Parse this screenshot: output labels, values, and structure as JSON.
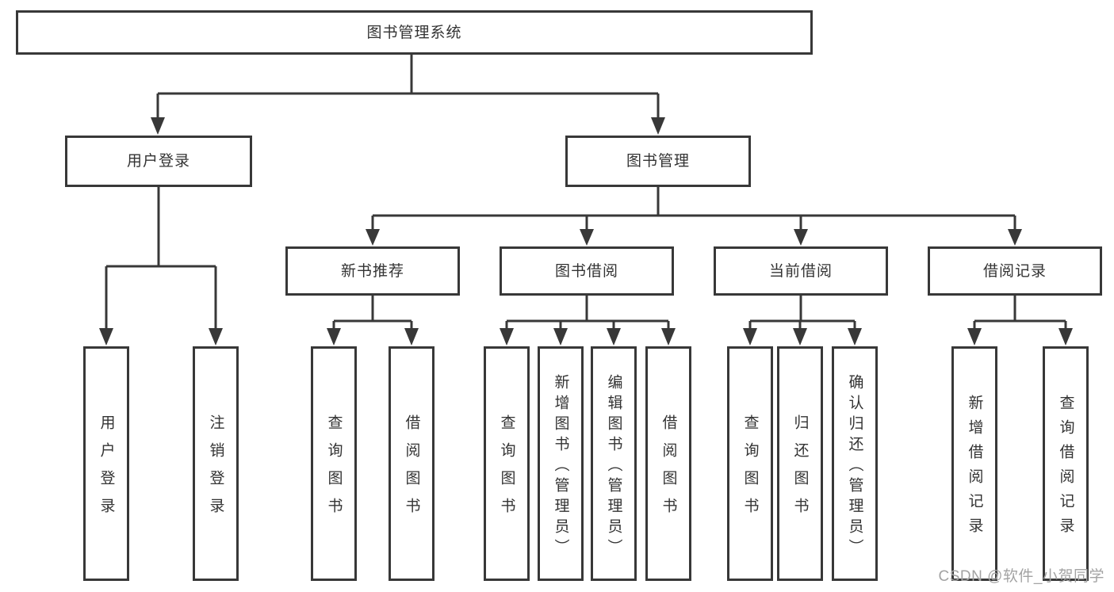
{
  "diagram_type": "tree",
  "tree": {
    "label": "图书管理系统",
    "children": [
      {
        "label": "用户登录",
        "children": [
          {
            "label": "用户登录"
          },
          {
            "label": "注销登录"
          }
        ]
      },
      {
        "label": "图书管理",
        "children": [
          {
            "label": "新书推荐",
            "children": [
              {
                "label": "查询图书"
              },
              {
                "label": "借阅图书"
              }
            ]
          },
          {
            "label": "图书借阅",
            "children": [
              {
                "label": "查询图书"
              },
              {
                "label": "新增图书（管理员）"
              },
              {
                "label": "编辑图书（管理员）"
              },
              {
                "label": "借阅图书"
              }
            ]
          },
          {
            "label": "当前借阅",
            "children": [
              {
                "label": "查询图书"
              },
              {
                "label": "归还图书"
              },
              {
                "label": "确认归还（管理员）"
              }
            ]
          },
          {
            "label": "借阅记录",
            "children": [
              {
                "label": "新增借阅记录"
              },
              {
                "label": "查询借阅记录"
              }
            ]
          }
        ]
      }
    ]
  },
  "watermark": {
    "text": "CSDN @软件_小贺同学"
  },
  "colors": {
    "line": "#383838",
    "text": "#333333",
    "watermark": "#a3a3a3",
    "background": "#ffffff"
  }
}
